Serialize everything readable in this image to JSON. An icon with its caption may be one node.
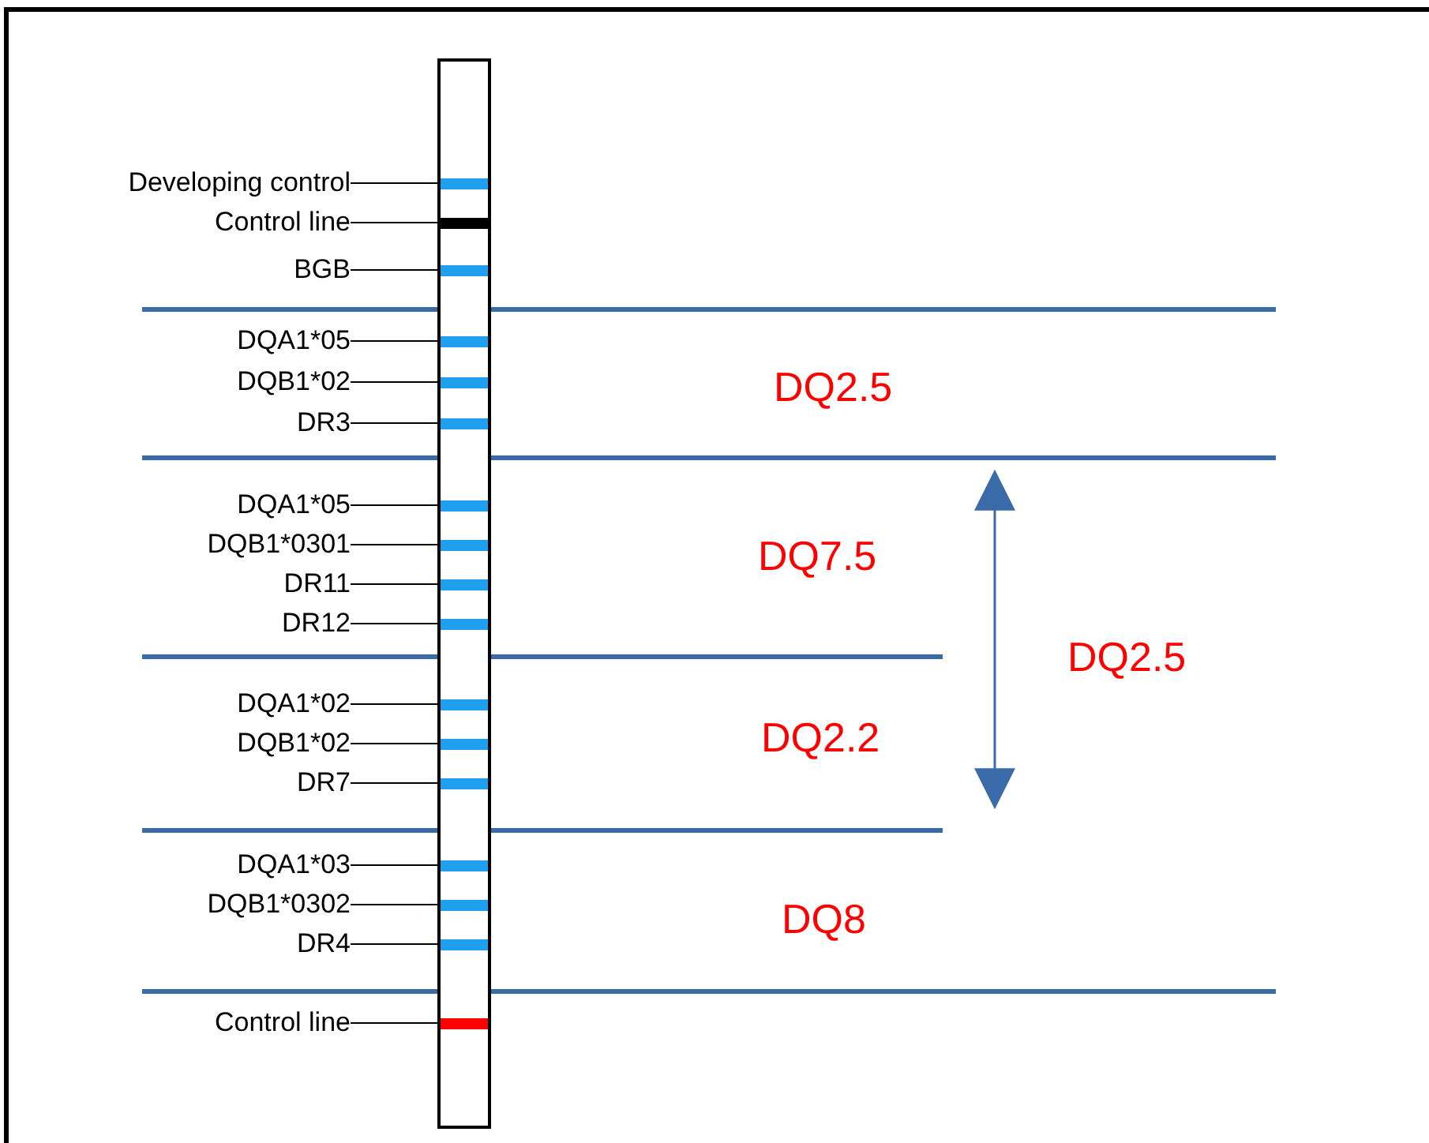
{
  "diagram": {
    "nodes": [
      {
        "text": [],
        "shape": "bar"
      },
      {
        "text": [
          "Developing control"
        ]
      },
      {
        "text": [],
        "shape": "bar",
        "in": 0
      },
      {
        "text": [
          "Control line"
        ]
      },
      {
        "text": [],
        "shape": "bar",
        "in": 0
      },
      {
        "text": [
          "BGB"
        ]
      },
      {
        "text": [],
        "shape": "bar",
        "in": 0
      },
      {
        "text": [
          "DQA1*05"
        ]
      },
      {
        "text": [],
        "shape": "bar",
        "in": 0
      },
      {
        "text": [
          "DQB1*02"
        ]
      },
      {
        "text": [],
        "shape": "bar",
        "in": 0
      },
      {
        "text": [
          "DR3"
        ]
      },
      {
        "text": [],
        "shape": "bar",
        "in": 0
      },
      {
        "text": [
          "DQA1*05"
        ]
      },
      {
        "text": [],
        "shape": "bar",
        "in": 0
      },
      {
        "text": [
          "DQB1*0301"
        ]
      },
      {
        "text": [],
        "shape": "bar",
        "in": 0
      },
      {
        "text": [
          "DR11"
        ]
      },
      {
        "text": [],
        "shape": "bar",
        "in": 0
      },
      {
        "text": [
          "DR12"
        ]
      },
      {
        "text": [],
        "shape": "bar",
        "in": 0
      },
      {
        "text": [
          "DQA1*02"
        ]
      },
      {
        "text": [],
        "shape": "bar",
        "in": 0
      },
      {
        "text": [
          "DQB1*02"
        ]
      },
      {
        "text": [],
        "shape": "bar",
        "in": 0
      },
      {
        "text": [
          "DR7"
        ]
      },
      {
        "text": [],
        "shape": "bar",
        "in": 0
      },
      {
        "text": [
          "DQA1*03"
        ]
      },
      {
        "text": [],
        "shape": "bar",
        "in": 0
      },
      {
        "text": [
          "DQB1*0302"
        ]
      },
      {
        "text": [],
        "shape": "bar",
        "in": 0
      },
      {
        "text": [
          "DR4"
        ]
      },
      {
        "text": [],
        "shape": "bar",
        "in": 0
      },
      {
        "text": [
          "Control line"
        ]
      },
      {
        "text": [],
        "shape": "bar",
        "in": 0
      }
    ],
    "edges": [
      {
        "from": 1,
        "to": 2,
        "arrow": "none"
      },
      {
        "from": 3,
        "to": 4,
        "arrow": "none"
      },
      {
        "from": 5,
        "to": 6,
        "arrow": "none"
      },
      {
        "from": 7,
        "to": 8,
        "arrow": "none"
      },
      {
        "from": 9,
        "to": 10,
        "arrow": "none"
      },
      {
        "from": 11,
        "to": 12,
        "arrow": "none"
      },
      {
        "from": 13,
        "to": 14,
        "arrow": "none"
      },
      {
        "from": 15,
        "to": 16,
        "arrow": "none"
      },
      {
        "from": 17,
        "to": 18,
        "arrow": "none"
      },
      {
        "from": 19,
        "to": 20,
        "arrow": "none"
      },
      {
        "from": 21,
        "to": 22,
        "arrow": "none"
      },
      {
        "from": 23,
        "to": 24,
        "arrow": "none"
      },
      {
        "from": 25,
        "to": 26,
        "arrow": "none"
      },
      {
        "from": 27,
        "to": 28,
        "arrow": "none"
      },
      {
        "from": 29,
        "to": 30,
        "arrow": "none"
      },
      {
        "from": 31,
        "to": 32,
        "arrow": "none"
      },
      {
        "from": 33,
        "to": 34,
        "arrow": "none"
      }
    ],
    "labels": [
      "DQ2.5",
      "DQ7.5",
      "DQ2.2",
      "DQ8",
      "DQ2.5"
    ]
  }
}
